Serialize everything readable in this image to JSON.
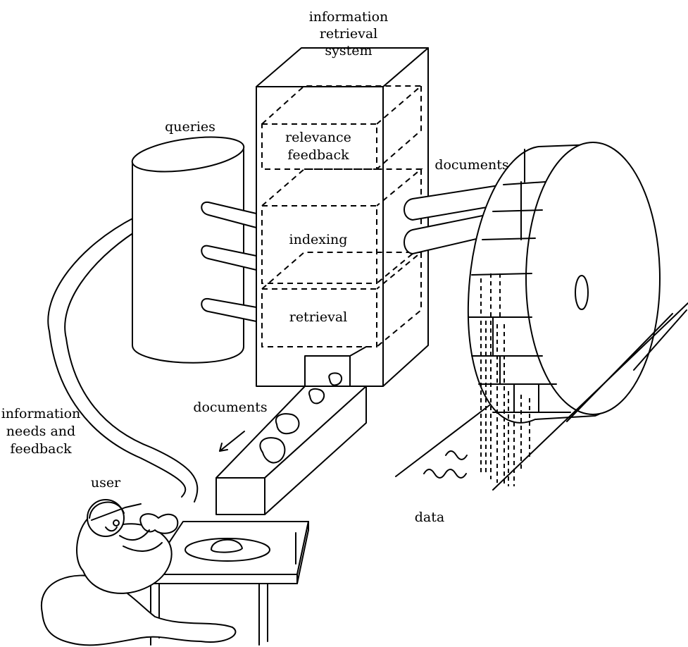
{
  "labels": {
    "system_line1": "information",
    "system_line2": "retrieval",
    "system_line3": "system",
    "queries": "queries",
    "relevance_line1": "relevance",
    "relevance_line2": "feedback",
    "indexing": "indexing",
    "retrieval": "retrieval",
    "documents_top": "documents",
    "documents_conveyor": "documents",
    "needs_line1": "information",
    "needs_line2": "needs and",
    "needs_line3": "feedback",
    "user": "user",
    "data": "data"
  },
  "colors": {
    "ink": "#000000",
    "paper": "#ffffff"
  }
}
